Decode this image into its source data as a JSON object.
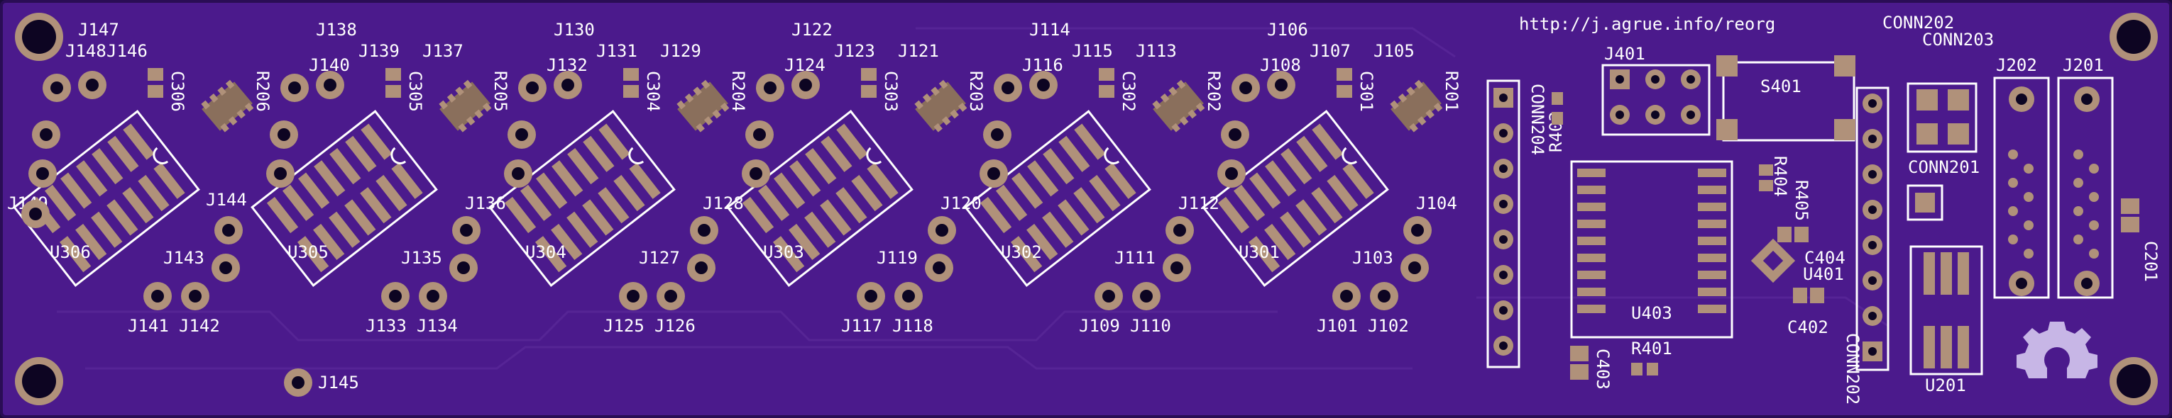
{
  "board": {
    "url": "http://j.agrue.info/reorg",
    "colors": {
      "mask": "#4b1a8c",
      "copper": "#b0917a",
      "silk": "#ffffff",
      "edge": "#1a0b3a"
    },
    "modules": [
      {
        "u": "U306",
        "r": "R206",
        "c": "C306",
        "labels": {
          "a": "J147",
          "b": "J148",
          "c": "J146",
          "d": "J149",
          "e": "J144",
          "f": "J143",
          "g": "J141",
          "h": "J142"
        }
      },
      {
        "u": "U305",
        "r": "R205",
        "c": "C305",
        "labels": {
          "a": "J138",
          "b": "J140",
          "c": "J139",
          "e": "J137",
          "d": "J136",
          "f": "J135",
          "g": "J133",
          "h": "J134"
        }
      },
      {
        "u": "U304",
        "r": "R204",
        "c": "C304",
        "labels": {
          "a": "J130",
          "b": "J132",
          "c": "J131",
          "e": "J129",
          "d": "J128",
          "f": "J127",
          "g": "J125",
          "h": "J126"
        }
      },
      {
        "u": "U303",
        "r": "R203",
        "c": "C303",
        "labels": {
          "a": "J122",
          "b": "J124",
          "c": "J123",
          "e": "J121",
          "d": "J120",
          "f": "J119",
          "g": "J117",
          "h": "J118"
        }
      },
      {
        "u": "U302",
        "r": "R202",
        "c": "C302",
        "labels": {
          "a": "J114",
          "b": "J116",
          "c": "J115",
          "e": "J113",
          "d": "J112",
          "f": "J111",
          "g": "J109",
          "h": "J110"
        }
      },
      {
        "u": "U301",
        "r": "R201",
        "c": "C301",
        "labels": {
          "a": "J106",
          "b": "J108",
          "c": "J107",
          "e": "J105",
          "d": "J104",
          "f": "J103",
          "g": "J101",
          "h": "J102"
        }
      }
    ],
    "misc": {
      "j145": "J145",
      "j401": "J401",
      "s401": "S401",
      "conn201": "CONN201",
      "conn202": "CONN202",
      "conn203": "CONN203",
      "j202": "J202",
      "j201": "J201",
      "c201": "C201",
      "u201": "U201",
      "u403": "U403",
      "r401": "R401",
      "c403": "C403",
      "u401": "U401",
      "c402": "C402",
      "c404": "C404",
      "r403": "R403",
      "r404": "R404",
      "r405": "R405",
      "conn204": "CONN204"
    }
  }
}
